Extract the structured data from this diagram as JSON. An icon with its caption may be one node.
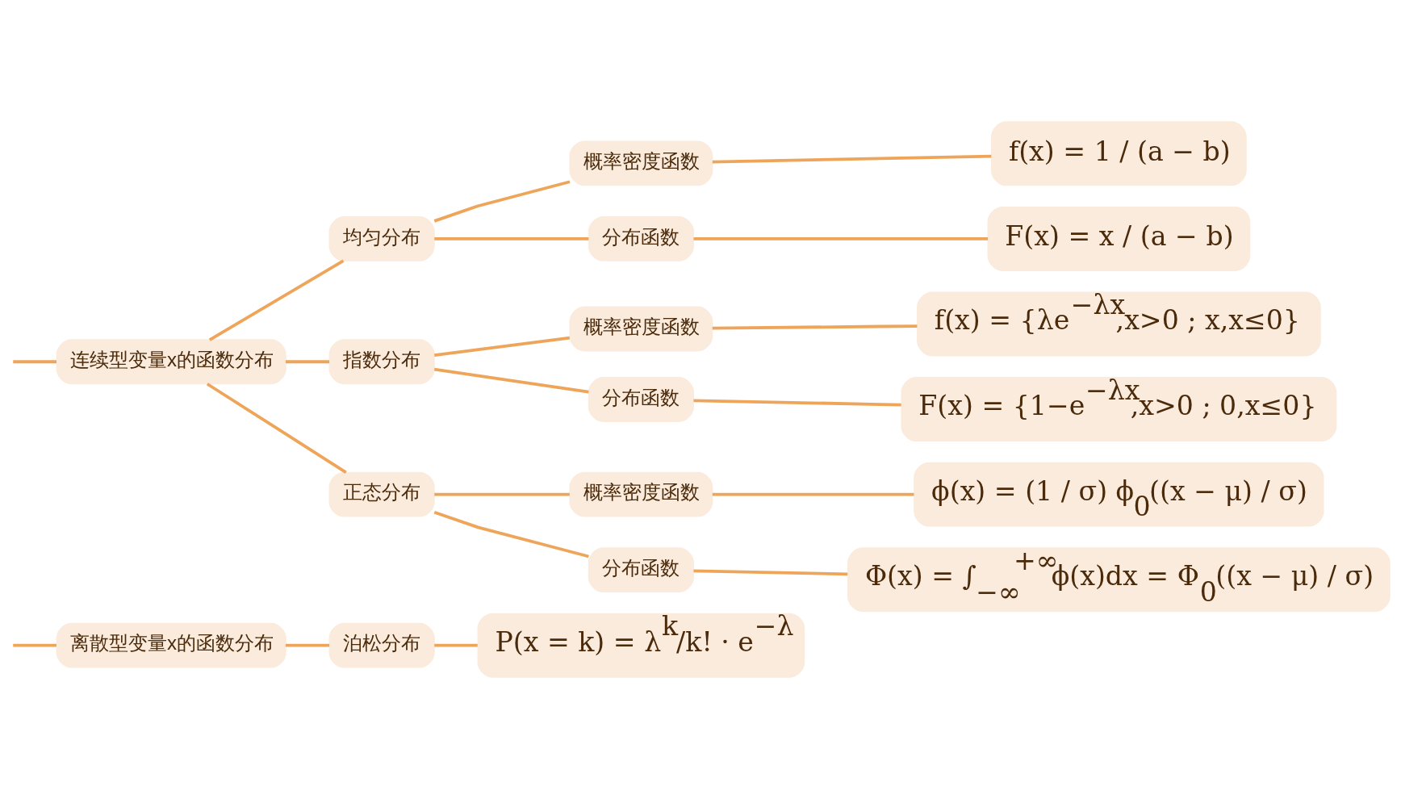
{
  "diagram": {
    "nodes": [
      {
        "text": [
          "离散型变量x的函数分布"
        ]
      },
      {
        "text": [
          "泊松分布"
        ]
      },
      {
        "text": [
          "P(x = k) = λ$^{k}$/k! · e$^{−λ}$"
        ]
      },
      {
        "text": [
          "连续型变量x的函数分布"
        ]
      },
      {
        "text": [
          "均匀分布"
        ]
      },
      {
        "text": [
          "概率密度函数"
        ]
      },
      {
        "text": [
          "f(x) = 1 / (a − b)"
        ]
      },
      {
        "text": [
          "分布函数"
        ]
      },
      {
        "text": [
          "F(x) = x / (a − b)"
        ]
      },
      {
        "text": [
          "指数分布"
        ]
      },
      {
        "text": [
          "概率密度函数"
        ]
      },
      {
        "text": [
          "f(x) = {λe$^{−λx}$,x>0 ; x,x≤0}"
        ]
      },
      {
        "text": [
          "分布函数"
        ]
      },
      {
        "text": [
          "F(x) = {1−e$^{−λx}$,x>0 ; 0,x≤0}"
        ]
      },
      {
        "text": [
          "正态分布"
        ]
      },
      {
        "text": [
          "概率密度函数"
        ]
      },
      {
        "text": [
          "ϕ(x) = (1 / σ) ϕ$_{0}$((x − μ) / σ)"
        ]
      },
      {
        "text": [
          "分布函数"
        ]
      },
      {
        "text": [
          "Φ(x) = ∫$_{−∞}$$^{+∞}$ϕ(x)dx = Φ$_{0}$((x − μ) / σ)"
        ]
      }
    ],
    "edges": [
      {
        "from": null,
        "to": 0,
        "arrow": "none"
      },
      {
        "from": 0,
        "to": 1,
        "arrow": "none"
      },
      {
        "from": 1,
        "to": 2,
        "arrow": "none"
      },
      {
        "from": null,
        "to": 3,
        "arrow": "none"
      },
      {
        "from": 3,
        "to": 4,
        "arrow": "none"
      },
      {
        "from": 3,
        "to": 9,
        "arrow": "none"
      },
      {
        "from": 3,
        "to": 14,
        "arrow": "none"
      },
      {
        "from": 4,
        "to": 5,
        "arrow": "none"
      },
      {
        "from": 5,
        "to": 6,
        "arrow": "none"
      },
      {
        "from": 4,
        "to": 7,
        "arrow": "none"
      },
      {
        "from": 7,
        "to": 8,
        "arrow": "none"
      },
      {
        "from": 9,
        "to": 10,
        "arrow": "none"
      },
      {
        "from": 10,
        "to": 11,
        "arrow": "none"
      },
      {
        "from": 9,
        "to": 12,
        "arrow": "none"
      },
      {
        "from": 12,
        "to": 13,
        "arrow": "none"
      },
      {
        "from": 14,
        "to": 15,
        "arrow": "none"
      },
      {
        "from": 15,
        "to": 16,
        "arrow": "none"
      },
      {
        "from": 14,
        "to": 17,
        "arrow": "none"
      },
      {
        "from": 17,
        "to": 18,
        "arrow": "none"
      }
    ]
  }
}
